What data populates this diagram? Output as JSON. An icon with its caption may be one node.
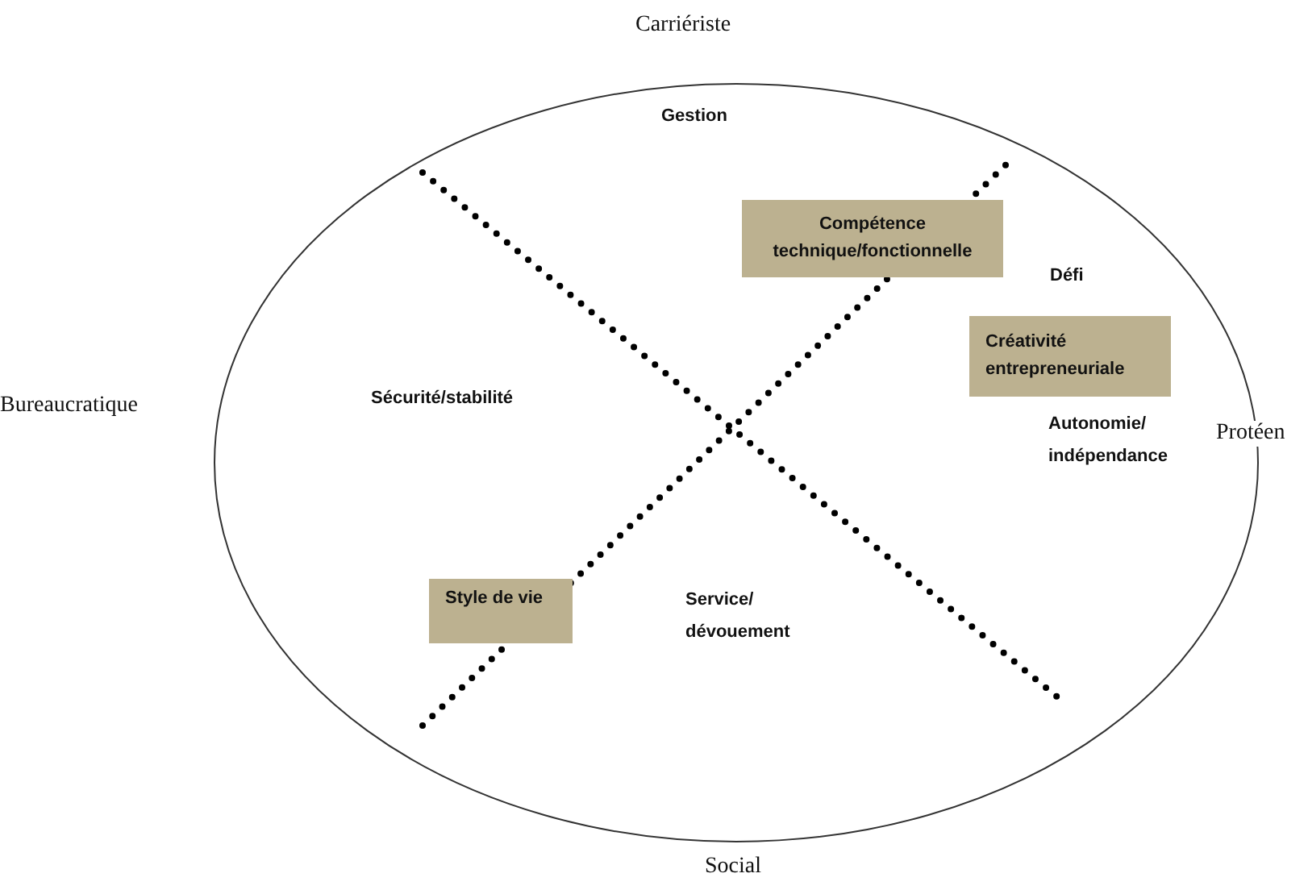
{
  "diagram": {
    "nodes": [
      {
        "text": [],
        "shape": "ellipse"
      },
      {
        "text": [
          "Compétence technique/fonctionnelle"
        ],
        "in": 0
      },
      {
        "text": [
          "Créativité entrepreneuriale"
        ],
        "in": 0
      },
      {
        "text": [
          "Style de vie"
        ],
        "in": 0
      }
    ],
    "labels": [
      "Carriériste",
      "Gestion",
      "Défi",
      "Bureaucratique",
      "Sécurité/stabilité",
      "Protéen",
      "Autonomie/ indépendance",
      "Service/ dévouement",
      "Social"
    ]
  }
}
